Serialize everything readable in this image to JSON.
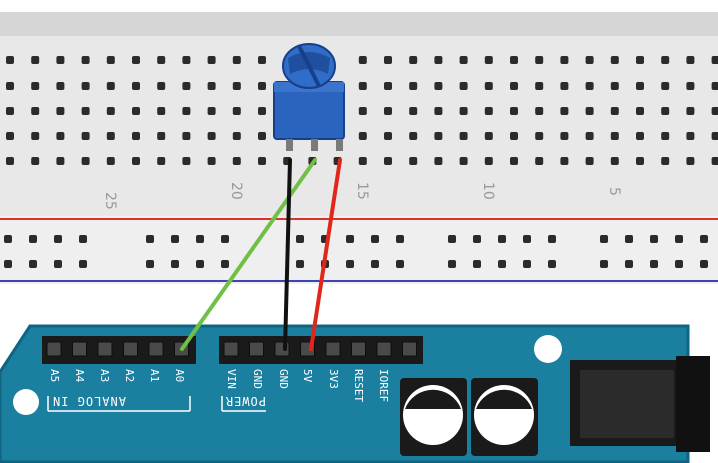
{
  "breadboard": {
    "column_numbers": [
      "25",
      "20",
      "15",
      "10",
      "5"
    ]
  },
  "potentiometer": {
    "pin_count": 3
  },
  "arduino": {
    "analog_header": {
      "group_label": "ANALOG IN",
      "pins": [
        "A5",
        "A4",
        "A3",
        "A2",
        "A1",
        "A0"
      ]
    },
    "power_header": {
      "group_label": "POWER",
      "pins": [
        "VIN",
        "GND",
        "GND",
        "5V",
        "3V3",
        "RESET",
        "IOREF"
      ]
    }
  },
  "wires": [
    {
      "id": "wire-signal",
      "color": "#71c046",
      "from": "potentiometer wiper",
      "to": "A0"
    },
    {
      "id": "wire-ground",
      "color": "#111111",
      "from": "potentiometer left",
      "to": "GND"
    },
    {
      "id": "wire-power",
      "color": "#e3261c",
      "from": "potentiometer right",
      "to": "5V"
    }
  ],
  "colors": {
    "board": "#1b7fa0",
    "breadboard": "#e7e7e7",
    "rail_red": "#d9342b",
    "rail_blue": "#3d44b8",
    "potentiometer": "#1f5bb5"
  }
}
